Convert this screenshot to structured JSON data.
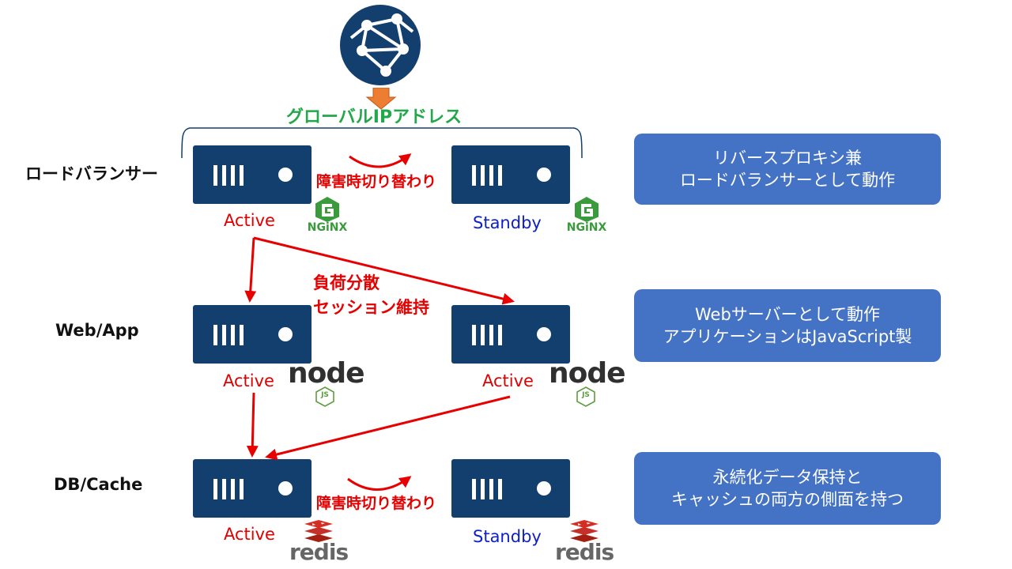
{
  "global_ip": "グローバルIPアドレス",
  "tiers": {
    "lb": "ロードバランサー",
    "web": "Web/App",
    "db": "DB/Cache"
  },
  "status": {
    "lb_primary": "Active",
    "lb_secondary": "Standby",
    "web_primary": "Active",
    "web_secondary": "Active",
    "db_primary": "Active",
    "db_secondary": "Standby"
  },
  "notes": {
    "lb_failover": "障害時切り替わり",
    "lb_balance_1": "負荷分散",
    "lb_balance_2": "セッション維持",
    "db_failover": "障害時切り替わり"
  },
  "descriptions": {
    "lb": [
      "リバースプロキシ兼",
      "ロードバランサーとして動作"
    ],
    "web": [
      "Webサーバーとして動作",
      "アプリケーションはJavaScript製"
    ],
    "db": [
      "永続化データ保持と",
      "キャッシュの両方の側面を持つ"
    ]
  },
  "logos": {
    "nginx": "NGiNX",
    "node": "node",
    "node_js": "JS",
    "redis": "redis"
  },
  "colors": {
    "server": "#133f6e",
    "active": "#e00000",
    "standby": "#1020c8",
    "arrow": "#e80000",
    "box": "#4472c4",
    "global_ip": "#22a84a",
    "nginx": "#3a9b3c",
    "redis": "#d6322b"
  }
}
